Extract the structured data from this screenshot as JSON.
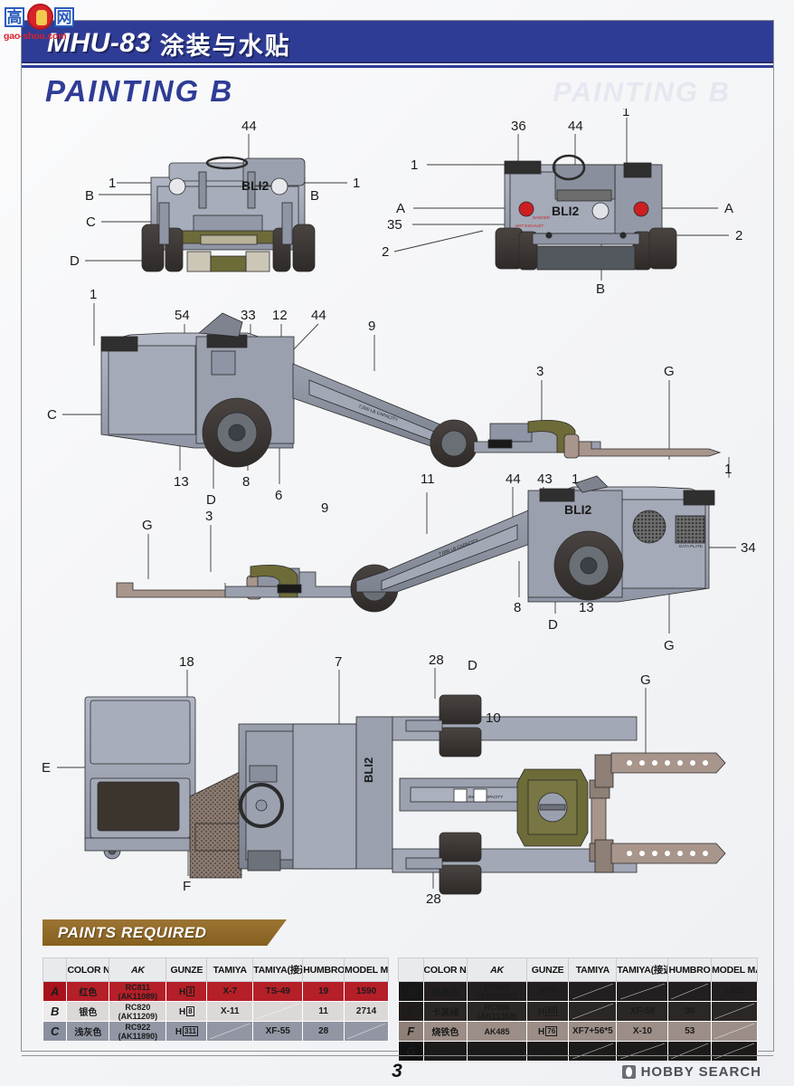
{
  "header": {
    "model_code": "MHU-83",
    "title_cn": "涂装与水贴",
    "painting_label": "PAINTING  B",
    "painting_ghost": "PAINTING  B"
  },
  "watermark": {
    "box1": "高",
    "box2": "网",
    "url": "gao-shou.com"
  },
  "views": {
    "front": {
      "name": "front-view",
      "decal": "BLI2",
      "callouts": [
        "44",
        "1",
        "1",
        "B",
        "B",
        "C",
        "D"
      ]
    },
    "rear": {
      "name": "rear-view",
      "decal": "BLI2",
      "warning_1": "DANGER",
      "warning_2": "HOT EXHAUST",
      "callouts": [
        "36",
        "44",
        "1",
        "1",
        "A",
        "A",
        "35",
        "2",
        "2",
        "B"
      ]
    },
    "side_left": {
      "name": "side-view-left",
      "decal": "BLI2",
      "stencil": "7,000 LB CAPACITY",
      "callouts": [
        "1",
        "54",
        "33",
        "12",
        "44",
        "9",
        "3",
        "G",
        "1",
        "C",
        "13",
        "D",
        "8",
        "6"
      ]
    },
    "side_right": {
      "name": "side-view-right",
      "decal": "BLI2",
      "stencil": "7,000 LB CAPACITY",
      "callouts": [
        "9",
        "11",
        "44",
        "43",
        "1",
        "3",
        "G",
        "34",
        "8",
        "13",
        "D"
      ]
    },
    "plan": {
      "name": "top-plan-view",
      "decal": "BLI2",
      "callouts": [
        "18",
        "7",
        "28",
        "28",
        "10",
        "G",
        "D",
        "E",
        "F"
      ]
    }
  },
  "paints": {
    "banner": "PAINTS REQUIRED",
    "headers": [
      "COLOR NAME",
      "AK",
      "GUNZE",
      "TAMIYA",
      "TAMIYA(接近色)",
      "HUMBROL",
      "MODEL MASTER"
    ],
    "left_rows": [
      {
        "key": "A",
        "name_cn": "红色",
        "ak_top": "RC811",
        "ak_bot": "(AK11089)",
        "gunze": "3",
        "tamiya": "X-7",
        "tamiya2": "TS-49",
        "humbrol": "19",
        "model_master": "1590",
        "swatch": "#a8121c"
      },
      {
        "key": "B",
        "name_cn": "银色",
        "ak_top": "RC820",
        "ak_bot": "(AK11209)",
        "gunze": "8",
        "tamiya": "X-11",
        "tamiya2": "",
        "humbrol": "11",
        "model_master": "2714",
        "swatch": "#eceaea"
      },
      {
        "key": "C",
        "name_cn": "浅灰色",
        "ak_top": "RC922",
        "ak_bot": "(AK11890)",
        "gunze": "311",
        "tamiya": "",
        "tamiya2": "XF-55",
        "humbrol": "28",
        "model_master": "",
        "swatch": "#8b90a0"
      }
    ],
    "right_rows": [
      {
        "key": "D",
        "name_cn": "胎黑色",
        "ak_top": "RC805",
        "ak_bot": "(AK11027)",
        "gunze": "77",
        "tamiya": "",
        "tamiya2": "",
        "humbrol": "",
        "model_master": "1402",
        "swatch": "#171717"
      },
      {
        "key": "E",
        "name_cn": "卡其绿",
        "ak_top": "RC886",
        "ak_bot": "(AK11358)",
        "gunze": "80",
        "tamiya": "",
        "tamiya2": "XF-58",
        "humbrol": "30",
        "model_master": "",
        "swatch": "#1f1c1a"
      },
      {
        "key": "F",
        "name_cn": "烧铁色",
        "ak_top": "AK485",
        "ak_bot": "",
        "gunze": "76",
        "tamiya": "XF7+56*5",
        "tamiya2": "X-10",
        "humbrol": "53",
        "model_master": "",
        "swatch": "#8e7f77"
      },
      {
        "key": "G",
        "name_cn": "黑铁色",
        "ak_top": "AK476",
        "ak_bot": "",
        "gunze": "18",
        "tamiya": "",
        "tamiya2": "",
        "humbrol": "",
        "model_master": "",
        "swatch": "#121111"
      }
    ]
  },
  "footer": {
    "page_number": "3",
    "brand": "HOBBY SEARCH"
  },
  "colors": {
    "header_blue": "#2f3c96",
    "banner_brown": "#86601f",
    "body_grey": "#9aa0ae",
    "tire_black": "#3b3634",
    "olive": "#6d6b38",
    "tan": "#a8958c",
    "warn_red": "#cc1f22"
  }
}
